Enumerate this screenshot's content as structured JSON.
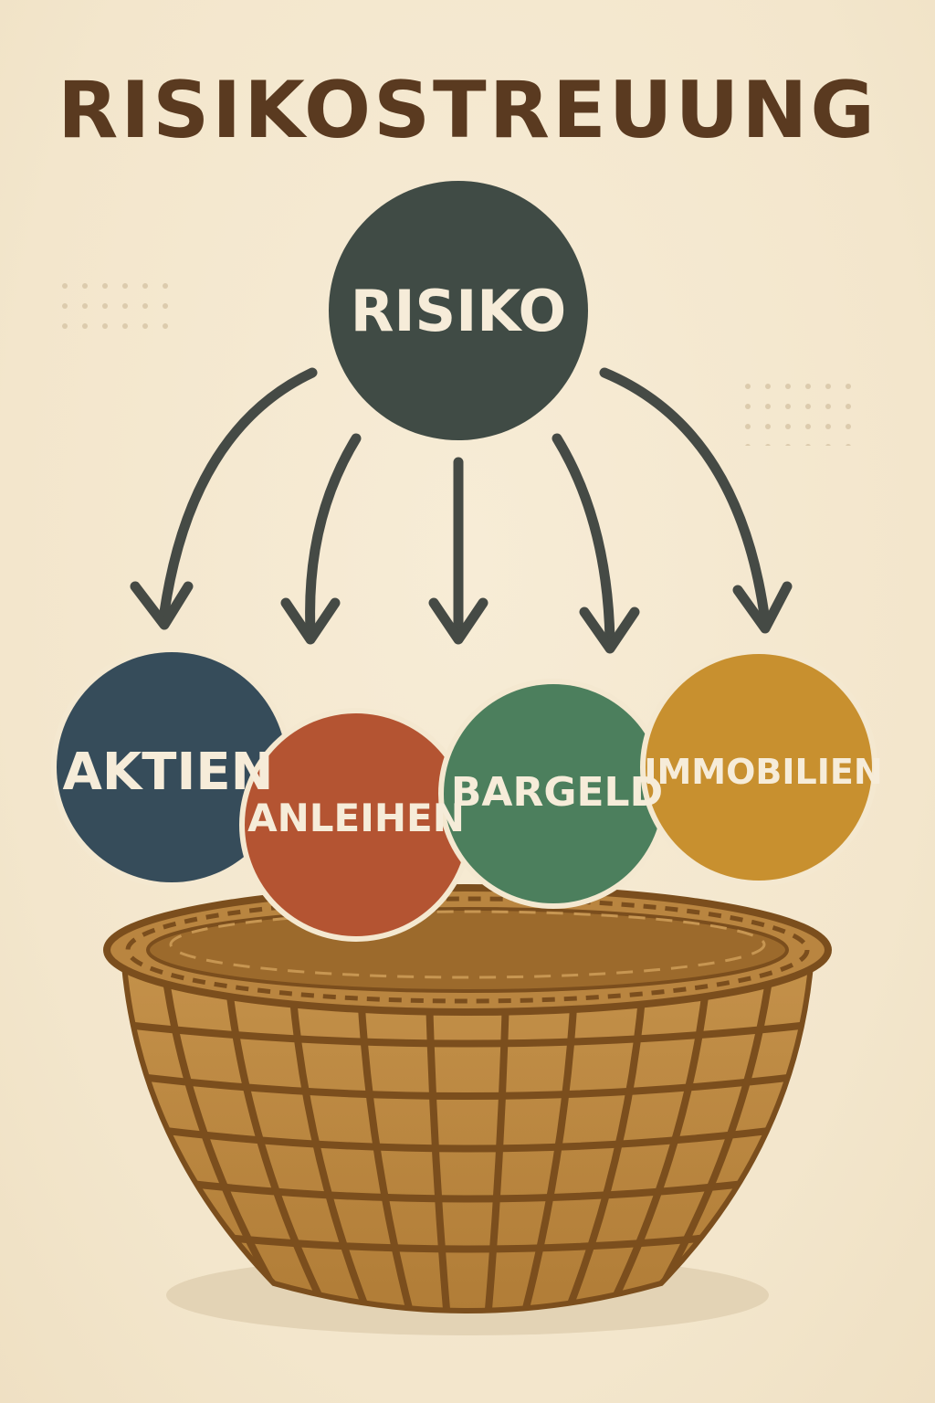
{
  "title": "RISIKOSTREUUNG",
  "center_node": {
    "label": "RISIKO",
    "color": "#404b45"
  },
  "asset_nodes": [
    {
      "label": "AKTIEN",
      "color": "#364c5a"
    },
    {
      "label": "ANLEIHEN",
      "color": "#b45432"
    },
    {
      "label": "BARGELD",
      "color": "#4c7f5d"
    },
    {
      "label": "IMMOBILIEN",
      "color": "#c8902f"
    }
  ],
  "colors": {
    "background": "#f4e8d0",
    "title": "#5a3a20",
    "arrow": "#454a45",
    "basket": "#b47f3a",
    "basket_dark": "#7b4e1d",
    "dots": "#d7c5a6"
  },
  "icons": [
    "risk-node",
    "arrow-down",
    "wicker-basket"
  ]
}
